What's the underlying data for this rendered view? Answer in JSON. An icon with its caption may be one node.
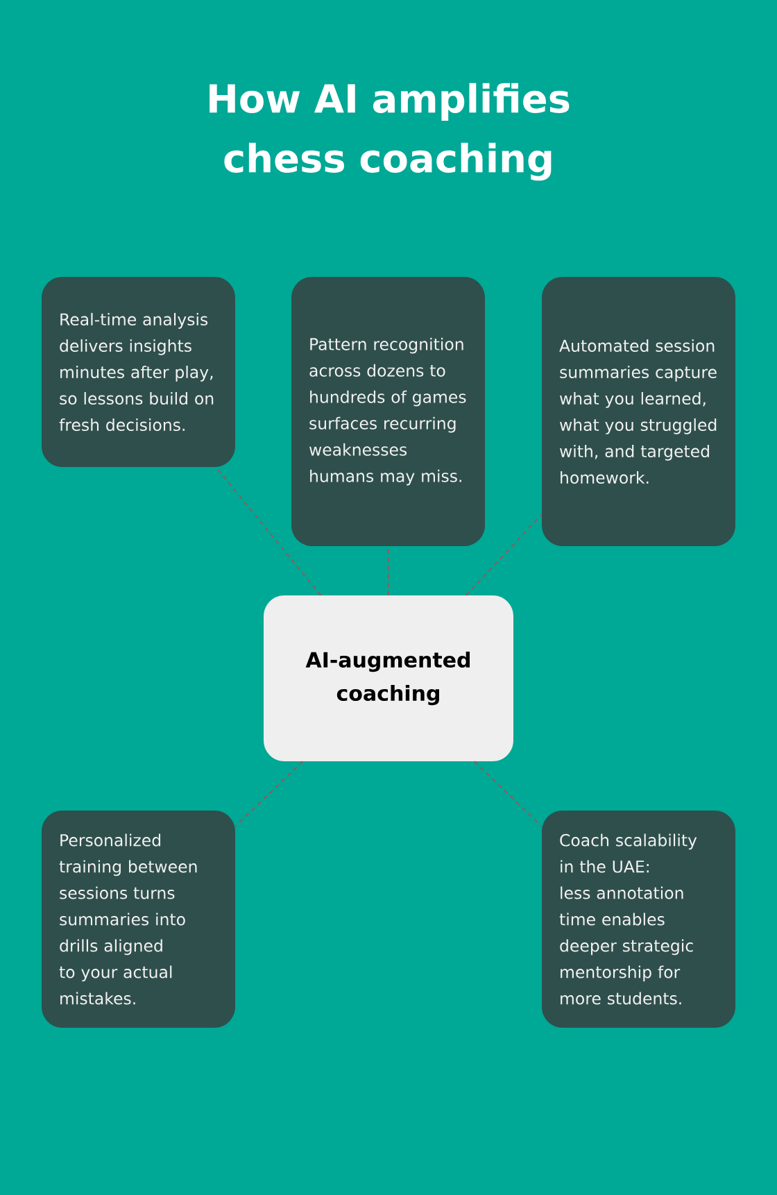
{
  "diagram": {
    "title": "How AI amplifies chess coaching",
    "nodes": [
      {
        "text": [
          "Real-time analysis delivers insights minutes after play, so lessons build on fresh decisions."
        ]
      },
      {
        "text": [
          "Pattern recognition across dozens to hundreds of games surfaces recurring weaknesses humans may miss."
        ]
      },
      {
        "text": [
          "Automated session summaries capture what you learned, what you struggled with, and targeted homework."
        ]
      },
      {
        "text": [
          "AI-augmented coaching"
        ]
      },
      {
        "text": [
          "Personalized training between sessions turns summaries into drills aligned to your actual mistakes."
        ]
      },
      {
        "text": [
          "Coach scalability in the UAE: less annotation time enables deeper strategic mentorship for more students."
        ]
      }
    ],
    "edges": [
      {
        "from": 3,
        "to": 0,
        "arrow": "none",
        "style": "dashed"
      },
      {
        "from": 3,
        "to": 1,
        "arrow": "none",
        "style": "dashed"
      },
      {
        "from": 3,
        "to": 2,
        "arrow": "none",
        "style": "dashed"
      },
      {
        "from": 3,
        "to": 4,
        "arrow": "none",
        "style": "dashed"
      },
      {
        "from": 3,
        "to": 5,
        "arrow": "none",
        "style": "dashed"
      }
    ]
  }
}
